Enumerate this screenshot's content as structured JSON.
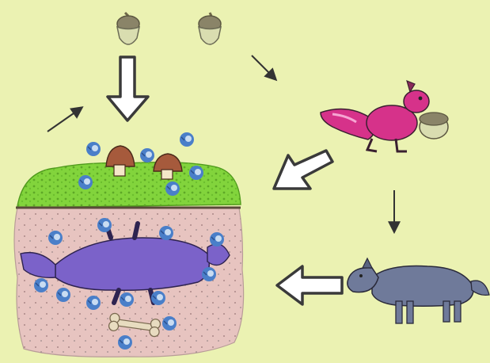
{
  "colors": {
    "background": "#ebf2b2",
    "acorn_cap": "#8a8468",
    "acorn_nut": "#d9ddb0",
    "grass": "#82d43c",
    "soil": "#e7c4c0",
    "soil_line": "#5a4a3a",
    "decomposer": "#4a7fc9",
    "mushroom_cap": "#a65a3c",
    "squirrel": "#d6328a",
    "dead_animal": "#7b62c9",
    "wolf": "#6f7a9a",
    "arrow_fill": "#ffffff",
    "arrow_outline": "#3a3a3a",
    "bone": "#e8dcc0"
  },
  "nodes": [
    {
      "id": "acorn-left",
      "icon": "acorn-icon"
    },
    {
      "id": "acorn-right",
      "icon": "acorn-icon"
    },
    {
      "id": "squirrel",
      "icon": "squirrel-icon"
    },
    {
      "id": "wolf",
      "icon": "wolf-icon"
    },
    {
      "id": "soil-decomposition",
      "icon": "soil-cross-section-icon"
    },
    {
      "id": "mushrooms",
      "icon": "mushroom-icon"
    },
    {
      "id": "bone",
      "icon": "bone-icon"
    }
  ],
  "edges": [
    {
      "from": "acorn-right",
      "to": "squirrel",
      "style": "thin"
    },
    {
      "from": "squirrel",
      "to": "wolf",
      "style": "thin"
    },
    {
      "from": "squirrel",
      "to": "soil-decomposition",
      "style": "bold"
    },
    {
      "from": "wolf",
      "to": "soil-decomposition",
      "style": "bold"
    },
    {
      "from": "acorn-left",
      "to": "soil-decomposition",
      "style": "bold"
    },
    {
      "from": "soil-decomposition",
      "to": "acorn-left",
      "style": "thin"
    }
  ]
}
